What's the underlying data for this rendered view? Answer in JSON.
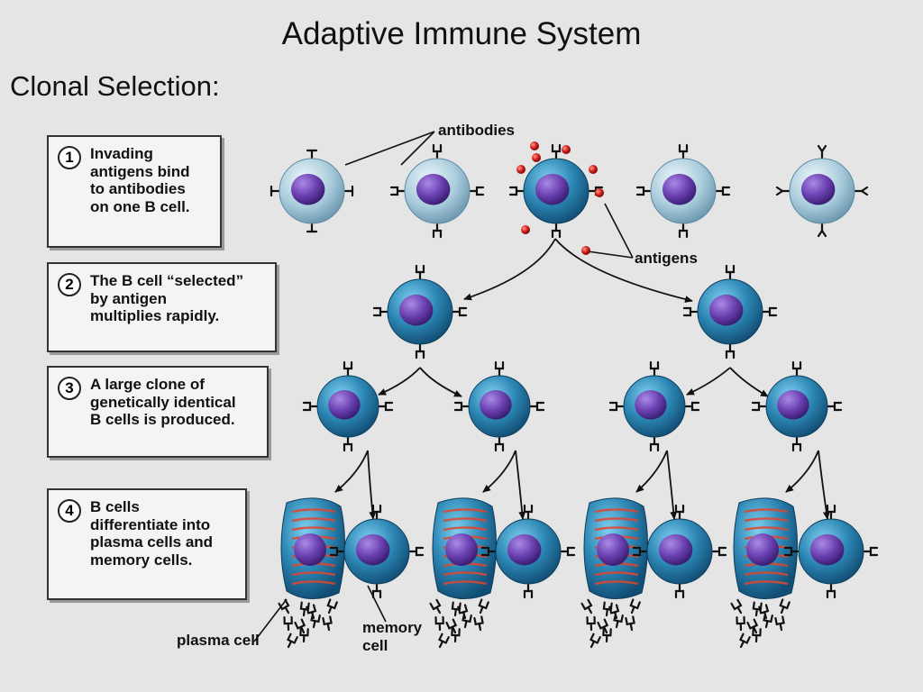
{
  "slide": {
    "title": "Adaptive Immune System",
    "subtitle": "Clonal Selection:"
  },
  "steps": [
    {
      "number": "1",
      "text": "Invading\nantigens bind\nto antibodies\non one B cell."
    },
    {
      "number": "2",
      "text": "The B cell “selected”\nby antigen\nmultiplies rapidly."
    },
    {
      "number": "3",
      "text": "A large clone of\ngenetically identical\nB cells is produced."
    },
    {
      "number": "4",
      "text": "B cells\ndifferentiate into\nplasma cells and\nmemory cells."
    }
  ],
  "labels": {
    "antibodies": "antibodies",
    "antigens": "antigens",
    "plasma_cell": "plasma cell",
    "memory_cell_line1": "memory",
    "memory_cell_line2": "cell"
  },
  "colors": {
    "background": "#e5e5e5",
    "selected_b_cell": "#2c86b4",
    "unselected_b_cell": "#a9ccdc",
    "nucleus": "#6a3fb0",
    "antigen": "#d11b1b",
    "plasma_er": "#e0452e"
  }
}
